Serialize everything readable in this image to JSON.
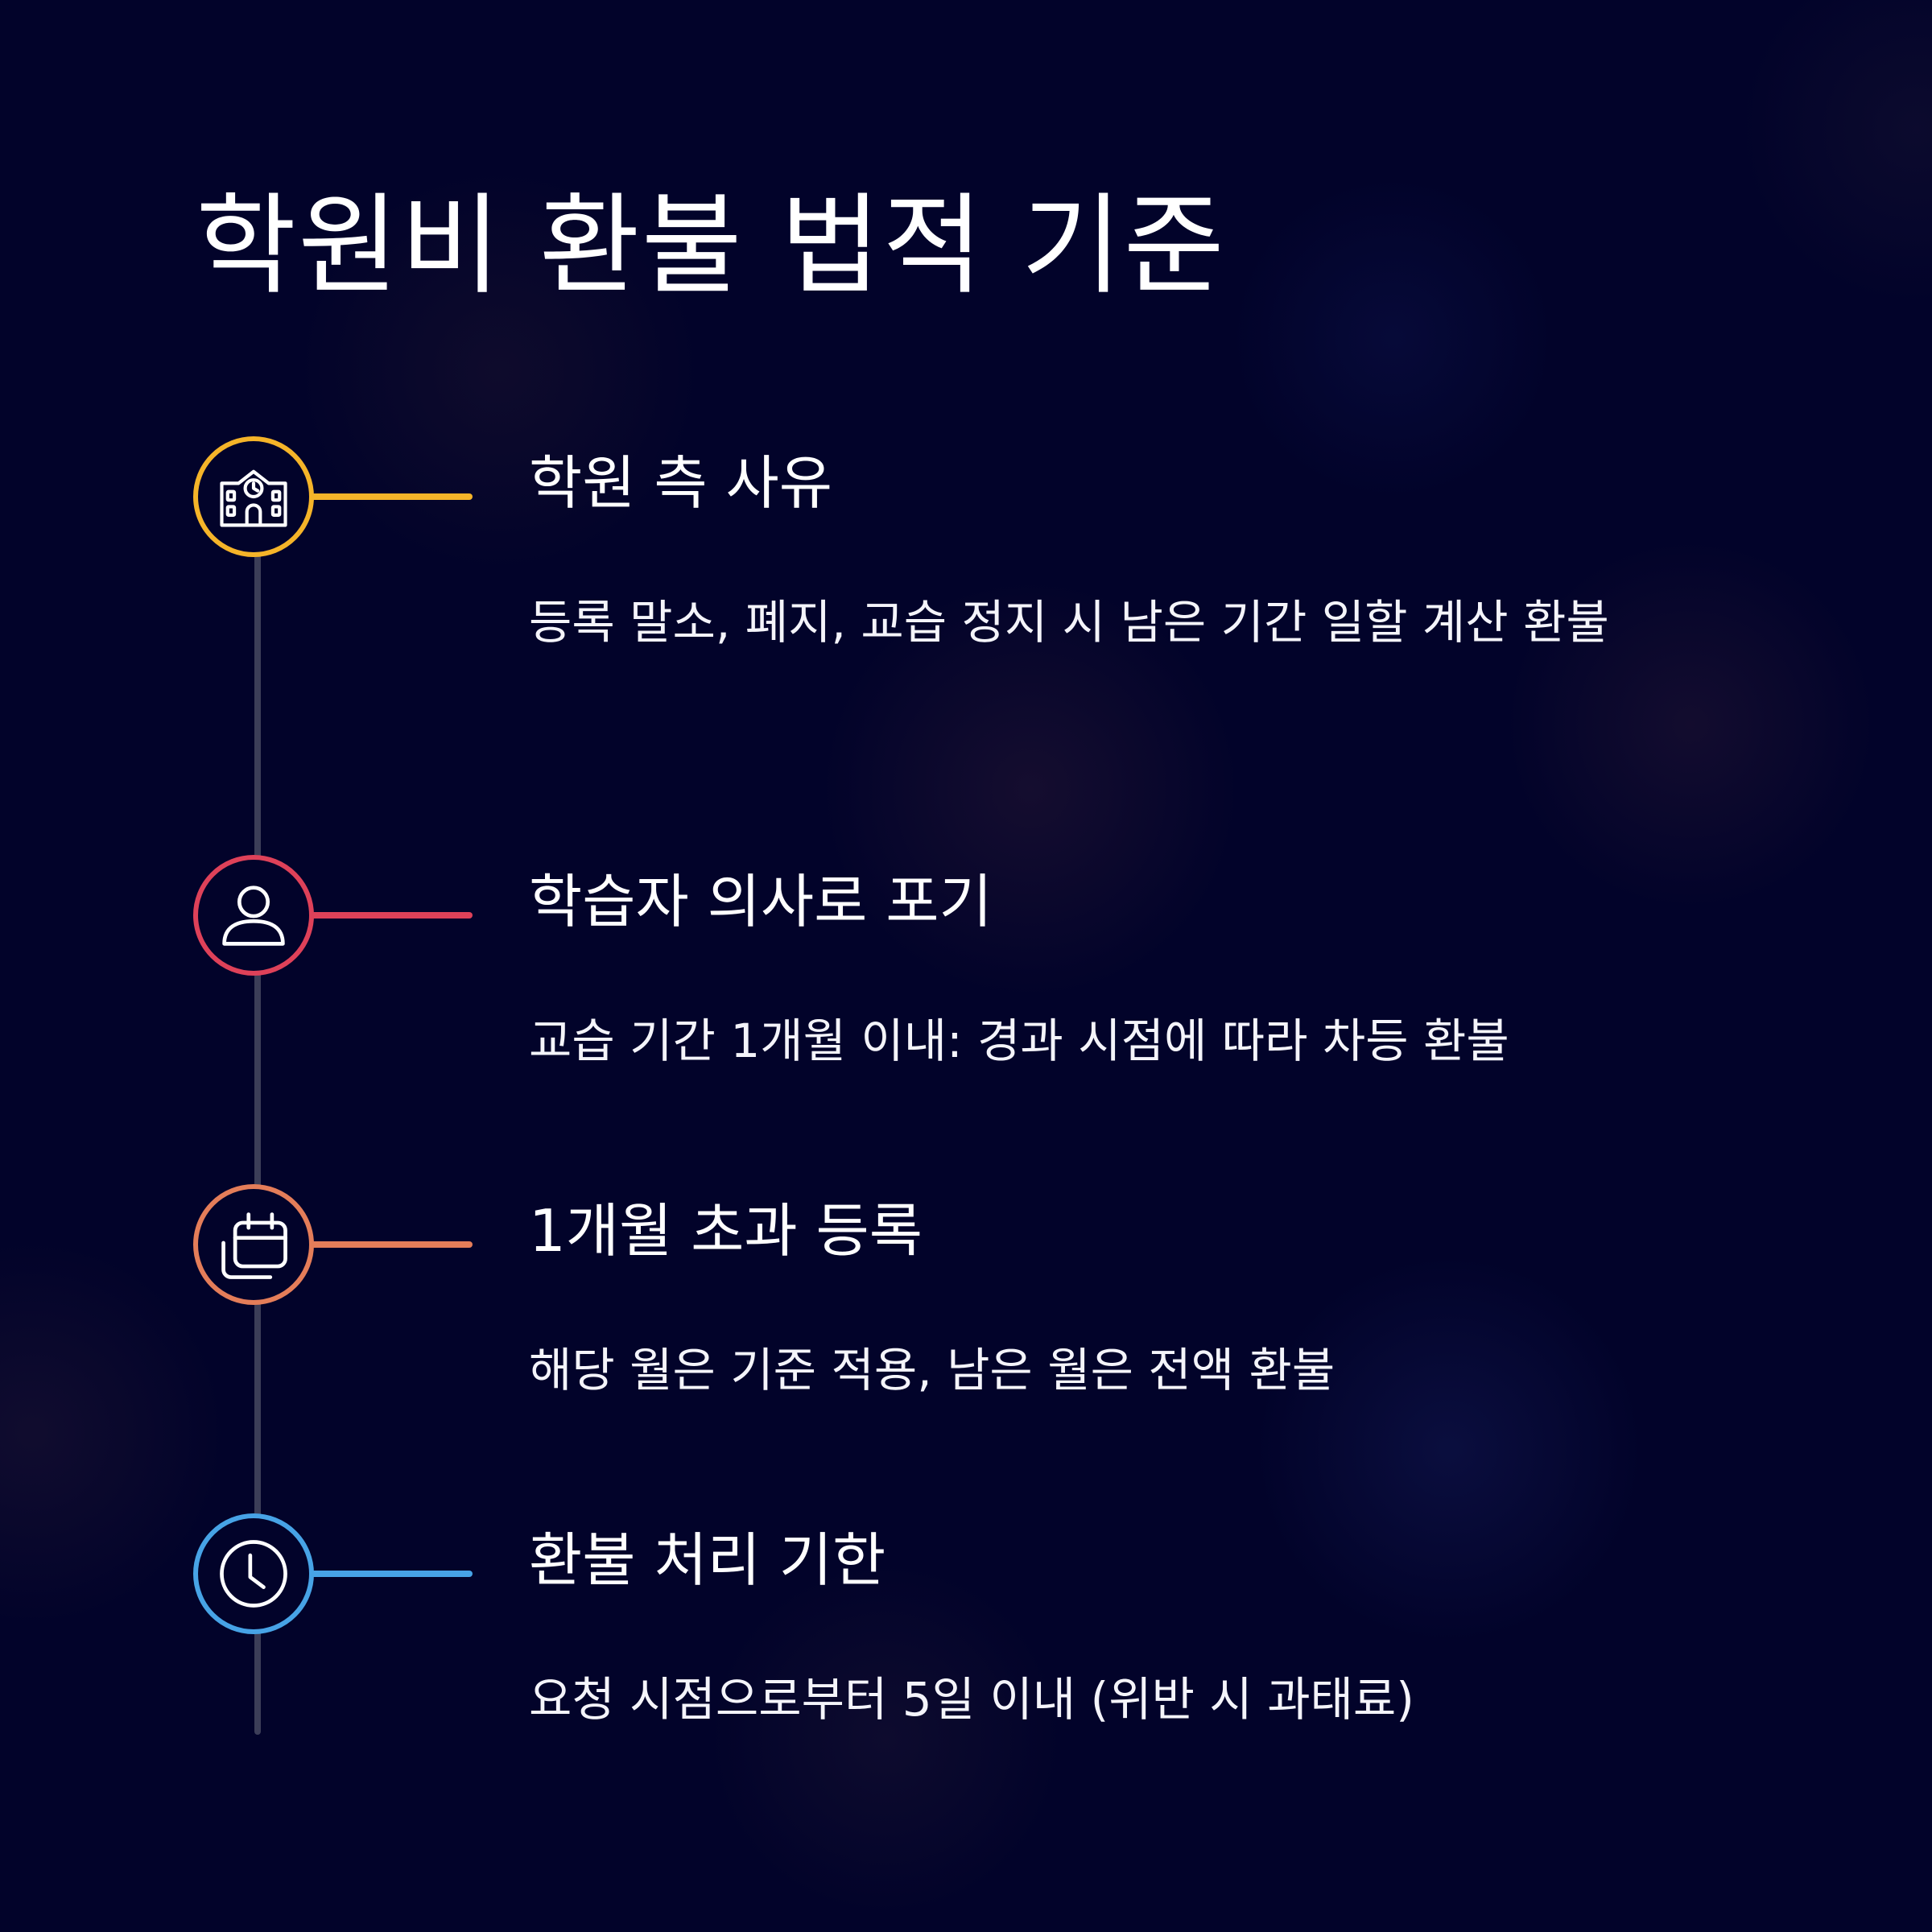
{
  "title": "학원비 환불 법적 기준",
  "colors": {
    "background": "#02032a",
    "spine": "#3c3e58",
    "text": "#ffffff"
  },
  "steps": [
    {
      "icon": "school-building-icon",
      "color": "#f5b429",
      "title": "학원 측 사유",
      "description": "등록 말소, 폐지, 교습 정지 시 남은 기간 일할 계산 환불"
    },
    {
      "icon": "user-icon",
      "color": "#de4159",
      "title": "학습자 의사로 포기",
      "description": "교습 기간 1개월 이내: 경과 시점에 따라 차등 환불"
    },
    {
      "icon": "calendar-icon",
      "color": "#e47d59",
      "title": "1개월 초과 등록",
      "description": "해당 월은 기준 적용, 남은 월은 전액 환불"
    },
    {
      "icon": "clock-icon",
      "color": "#47a3e6",
      "title": "환불 처리 기한",
      "description": "요청 시점으로부터 5일 이내 (위반 시 과태료)"
    }
  ]
}
